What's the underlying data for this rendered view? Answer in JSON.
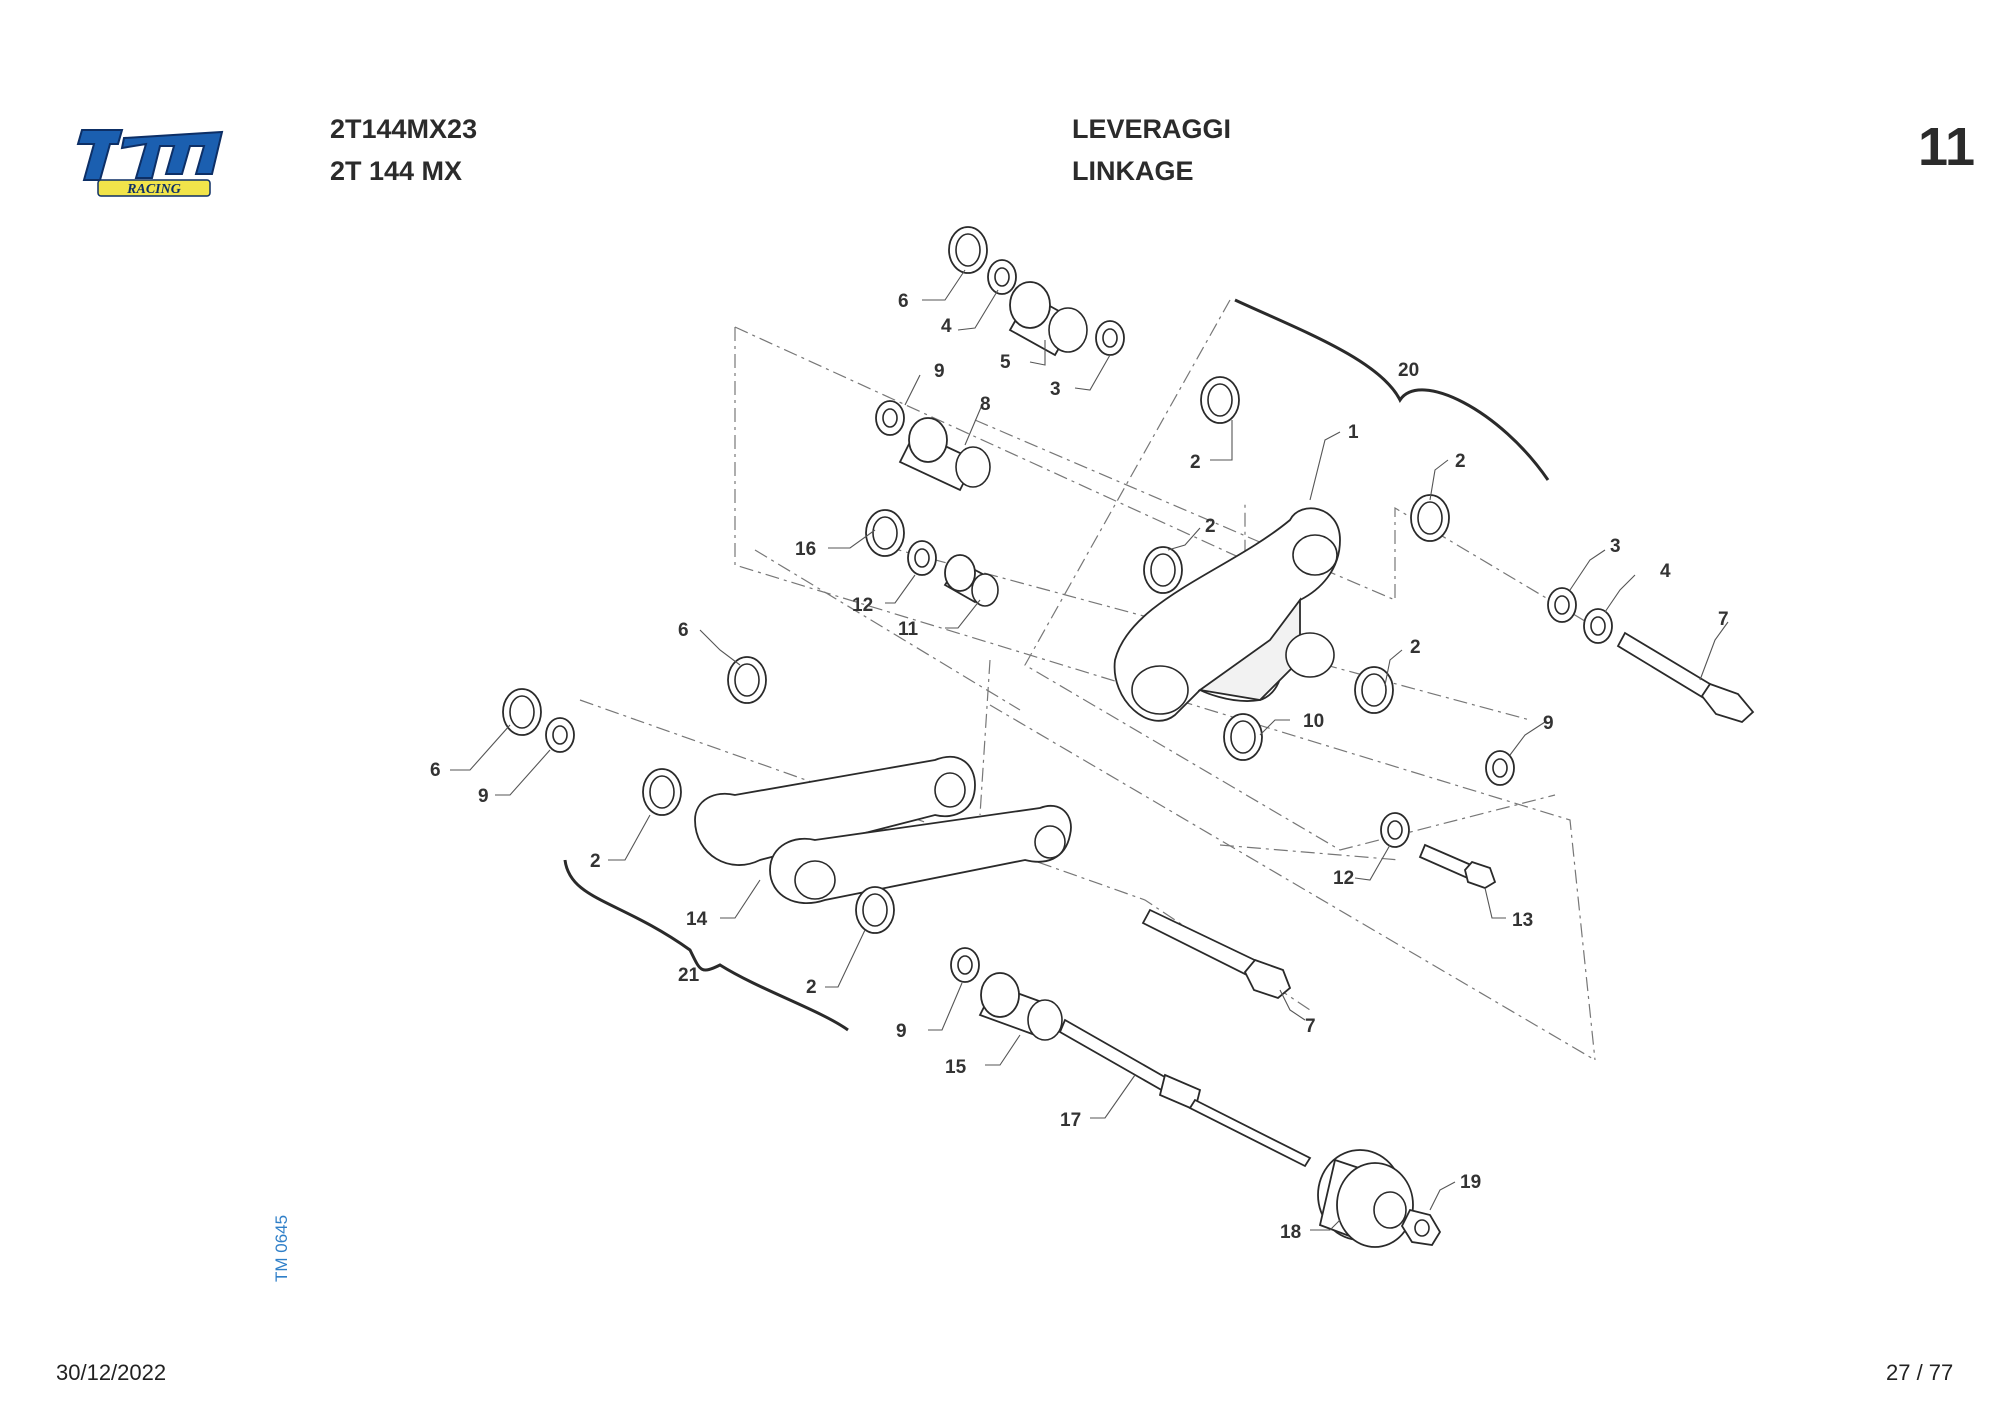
{
  "brand": {
    "logo_text": "tm",
    "logo_subtext": "RACING"
  },
  "header": {
    "model_code": "2T144MX23",
    "model_name": "2T 144 MX",
    "section_it": "LEVERAGGI",
    "section_en": "LINKAGE",
    "page_number": "11"
  },
  "drawing_code": "TM 0645",
  "footer": {
    "date": "30/12/2022",
    "page": "27 / 77"
  },
  "callouts": [
    {
      "id": "c6a",
      "text": "6"
    },
    {
      "id": "c4a",
      "text": "4"
    },
    {
      "id": "c5",
      "text": "5"
    },
    {
      "id": "c3a",
      "text": "3"
    },
    {
      "id": "c9a",
      "text": "9"
    },
    {
      "id": "c8",
      "text": "8"
    },
    {
      "id": "c20",
      "text": "20"
    },
    {
      "id": "c1",
      "text": "1"
    },
    {
      "id": "c2a",
      "text": "2"
    },
    {
      "id": "c2b",
      "text": "2"
    },
    {
      "id": "c2c",
      "text": "2"
    },
    {
      "id": "c16",
      "text": "16"
    },
    {
      "id": "c12a",
      "text": "12"
    },
    {
      "id": "c11",
      "text": "11"
    },
    {
      "id": "c3b",
      "text": "3"
    },
    {
      "id": "c4b",
      "text": "4"
    },
    {
      "id": "c7a",
      "text": "7"
    },
    {
      "id": "c6b",
      "text": "6"
    },
    {
      "id": "c2d",
      "text": "2"
    },
    {
      "id": "c10",
      "text": "10"
    },
    {
      "id": "c9b",
      "text": "9"
    },
    {
      "id": "c6c",
      "text": "6"
    },
    {
      "id": "c9c",
      "text": "9"
    },
    {
      "id": "c2e",
      "text": "2"
    },
    {
      "id": "c12b",
      "text": "12"
    },
    {
      "id": "c13",
      "text": "13"
    },
    {
      "id": "c14",
      "text": "14"
    },
    {
      "id": "c21",
      "text": "21"
    },
    {
      "id": "c2f",
      "text": "2"
    },
    {
      "id": "c7b",
      "text": "7"
    },
    {
      "id": "c9d",
      "text": "9"
    },
    {
      "id": "c15",
      "text": "15"
    },
    {
      "id": "c17",
      "text": "17"
    },
    {
      "id": "c19",
      "text": "19"
    },
    {
      "id": "c18",
      "text": "18"
    }
  ]
}
